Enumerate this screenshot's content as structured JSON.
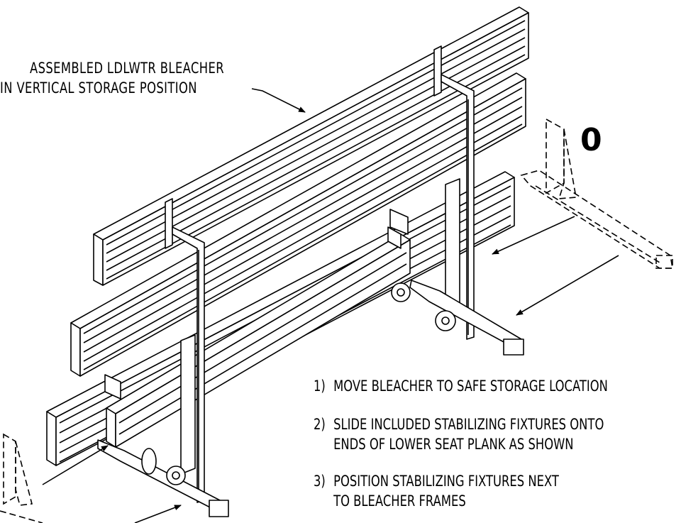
{
  "callout": {
    "line1": "ASSEMBLED LDLWTR BLEACHER",
    "line2": "IN VERTICAL STORAGE POSITION"
  },
  "note_badge": "0",
  "steps": [
    {
      "num": "1)",
      "lines": [
        "MOVE BLEACHER TO SAFE STORAGE LOCATION"
      ]
    },
    {
      "num": "2)",
      "lines": [
        "SLIDE INCLUDED STABILIZING FIXTURES ONTO",
        "ENDS OF LOWER SEAT PLANK AS SHOWN"
      ]
    },
    {
      "num": "3)",
      "lines": [
        "POSITION STABILIZING FIXTURES NEXT",
        "TO BLEACHER FRAMES"
      ]
    }
  ]
}
